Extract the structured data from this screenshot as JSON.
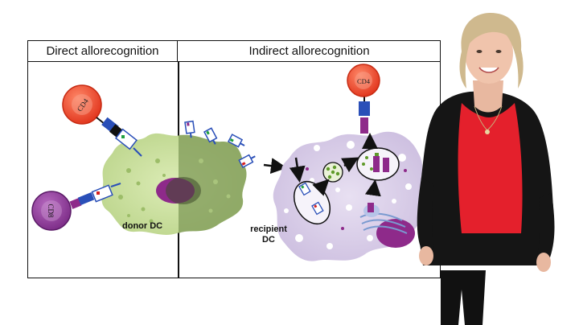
{
  "panels": {
    "direct_title": "Direct allorecognition",
    "indirect_title": "Indirect allorecognition"
  },
  "cells": {
    "cd4_direct": "CD4",
    "cd8_direct": "CD8",
    "cd4_indirect": "CD4",
    "donor_label": "donor DC",
    "recipient_label_line1": "recipient",
    "recipient_label_line2": "DC"
  },
  "colors": {
    "cd4_fill": "#f04a2e",
    "cd8_fill": "#8e3a96",
    "donor_cell": "#cfe3a6",
    "donor_cell_dark": "#6e8c4a",
    "recipient_cell": "#ddd2ea",
    "mhc_blue": "#2a4fb8",
    "peptide_purple": "#8e2a8a",
    "speaker_top": "#e4202c",
    "speaker_jacket": "#121212"
  }
}
